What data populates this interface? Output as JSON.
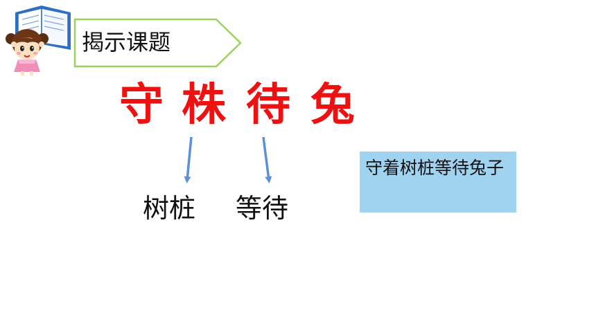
{
  "section_label": "揭示课题",
  "title_chars": [
    "守",
    "株",
    "待",
    "兔"
  ],
  "words": {
    "word_1": "树桩",
    "word_2": "等待"
  },
  "meaning": "守着树桩等待兔子",
  "colors": {
    "title": "#ee1111",
    "banner_border": "#9bd25f",
    "arrow": "#5b8fd9",
    "meaning_bg": "#9fd3ef"
  },
  "icons": {
    "mascot": "girl-reading-book-icon"
  }
}
